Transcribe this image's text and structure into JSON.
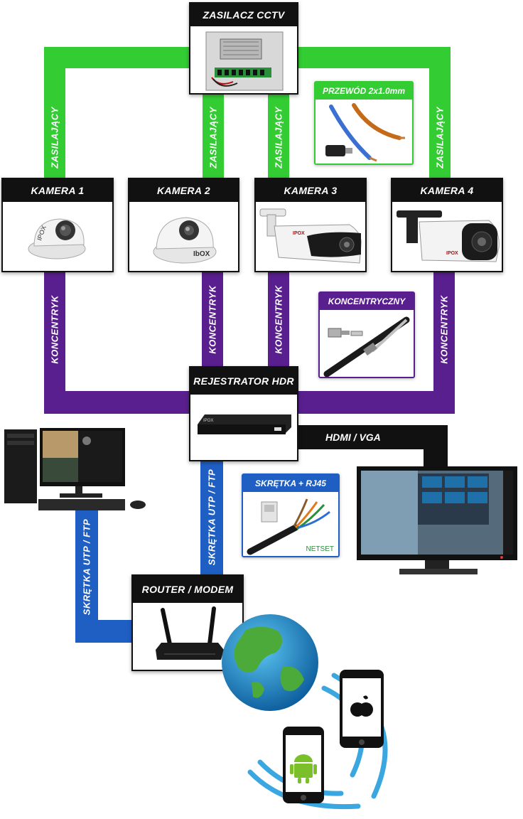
{
  "nodes": {
    "power_supply": "ZASILACZ CCTV",
    "camera1": "KAMERA 1",
    "camera2": "KAMERA 2",
    "camera3": "KAMERA 3",
    "camera4": "KAMERA 4",
    "recorder": "REJESTRATOR HDR",
    "router": "ROUTER / MODEM"
  },
  "links": {
    "power": "ZASILAJĄCY",
    "coax": "KONCENTRYK",
    "utp": "SKRĘTKA UTP / FTP",
    "hdmi": "HDMI / VGA"
  },
  "insets": {
    "power_wire": "PRZEWÓD 2x1.0mm",
    "coax_cable": "KONCENTRYCZNY",
    "twisted_pair": "SKRĘTKA + RJ45",
    "netset_logo": "NETSET"
  },
  "brands": {
    "ipox": "IPOX",
    "ibox": "IbOX"
  },
  "colors": {
    "power_line": "#33cc33",
    "coax_line": "#5a1f8f",
    "utp_line": "#1f5fc4",
    "hdmi_line": "#111111",
    "header": "#111111"
  }
}
